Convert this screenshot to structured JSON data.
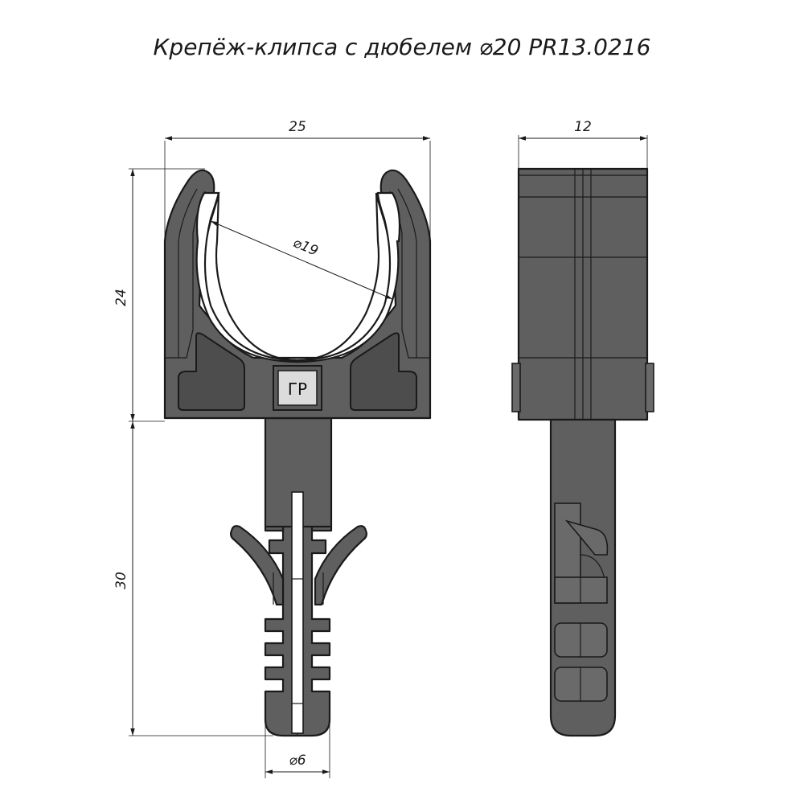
{
  "title": "Крепёж-клипса с дюбелем ⌀20 PR13.0216",
  "logo": {
    "text": "ГР"
  },
  "dimensions": {
    "width_front": "25",
    "width_side": "12",
    "height_clip": "24",
    "height_dowel": "30",
    "hole_diameter": "⌀19",
    "dowel_diameter": "⌀6"
  },
  "colors": {
    "body_fill": "#5f5f5f",
    "outline": "#1a1a1a",
    "background": "#ffffff"
  }
}
